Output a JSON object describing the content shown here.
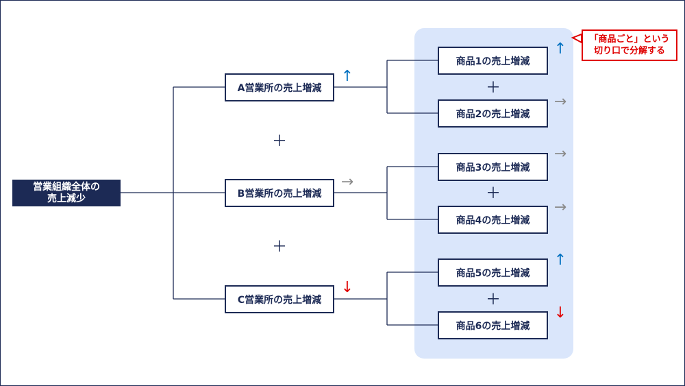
{
  "root": {
    "label_line1": "営業組織全体の",
    "label_line2": "売上減少"
  },
  "offices": [
    {
      "label": "A営業所の売上増減",
      "trend": "↑",
      "trend_color": "#0070c0"
    },
    {
      "label": "B営業所の売上増減",
      "trend": "→",
      "trend_color": "#8a8a8a"
    },
    {
      "label": "C営業所の売上増減",
      "trend": "↓",
      "trend_color": "#e00000"
    }
  ],
  "products": [
    {
      "label": "商品1の売上増減",
      "trend": "↑",
      "trend_color": "#0070c0"
    },
    {
      "label": "商品2の売上増減",
      "trend": "→",
      "trend_color": "#8a8a8a"
    },
    {
      "label": "商品3の売上増減",
      "trend": "→",
      "trend_color": "#8a8a8a"
    },
    {
      "label": "商品4の売上増減",
      "trend": "→",
      "trend_color": "#8a8a8a"
    },
    {
      "label": "商品5の売上増減",
      "trend": "↑",
      "trend_color": "#0070c0"
    },
    {
      "label": "商品6の売上増減",
      "trend": "↓",
      "trend_color": "#e00000"
    }
  ],
  "plus_sign": "＋",
  "callout": {
    "line1": "「商品ごと」という",
    "line2": "切り口で分解する"
  },
  "colors": {
    "navy": "#1c2a55",
    "highlight": "#dae6fb",
    "callout_red": "#e00000"
  }
}
